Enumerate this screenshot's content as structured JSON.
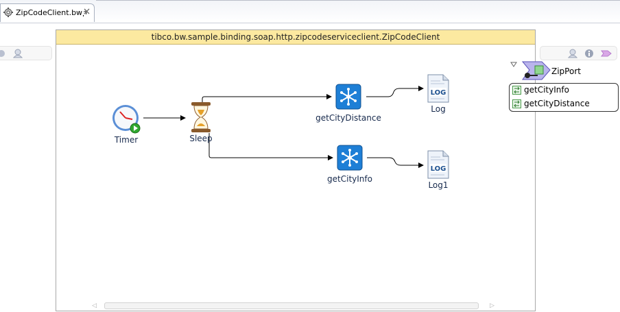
{
  "editor_tab": {
    "label": "ZipCodeClient.bwp"
  },
  "process": {
    "title": "tibco.bw.sample.binding.soap.http.zipcodeserviceclient.ZipCodeClient",
    "activities": {
      "timer": "Timer",
      "sleep": "Sleep",
      "get_city_distance": "getCityDistance",
      "get_city_info": "getCityInfo",
      "log": "Log",
      "log1": "Log1"
    }
  },
  "port": {
    "name": "ZipPort",
    "operations": [
      "getCityInfo",
      "getCityDistance"
    ]
  },
  "colors": {
    "title_bar": "#fce9a0",
    "invoke_icon": "#1e7fd6",
    "tab_border": "#a9b1c0"
  },
  "icons": [
    "gear-icon",
    "close-icon",
    "timer-icon",
    "hourglass-icon",
    "invoke-icon",
    "log-icon",
    "port-icon",
    "operation-icon"
  ]
}
